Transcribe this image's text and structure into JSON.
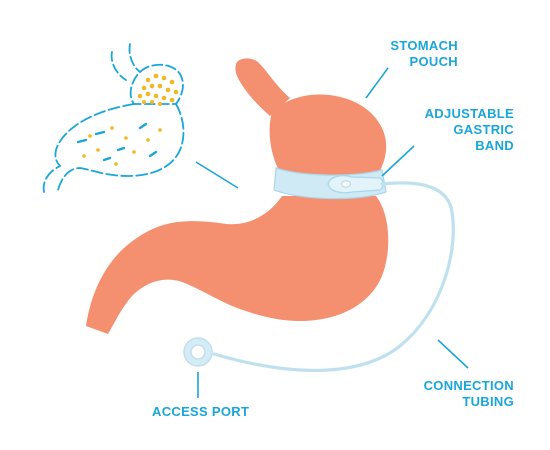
{
  "colors": {
    "label": "#1aa6d9",
    "outline": "#1aa6d9",
    "stomach": "#f4906f",
    "stomach_shadow": "#ea7d5c",
    "band": "#cfeaf5",
    "band_edge": "#a9d6ea",
    "tubing": "#bfe0ef",
    "port_ring": "#d5ecf6",
    "port_center": "#ffffff",
    "fat_yellow": "#f2b824"
  },
  "labels": {
    "stomach_pouch": [
      "STOMACH",
      "POUCH"
    ],
    "gastric_band": [
      "ADJUSTABLE",
      "GASTRIC",
      "BAND"
    ],
    "connection_tubing": [
      "CONNECTION",
      "TUBING"
    ],
    "access_port": [
      "ACCESS PORT"
    ]
  }
}
